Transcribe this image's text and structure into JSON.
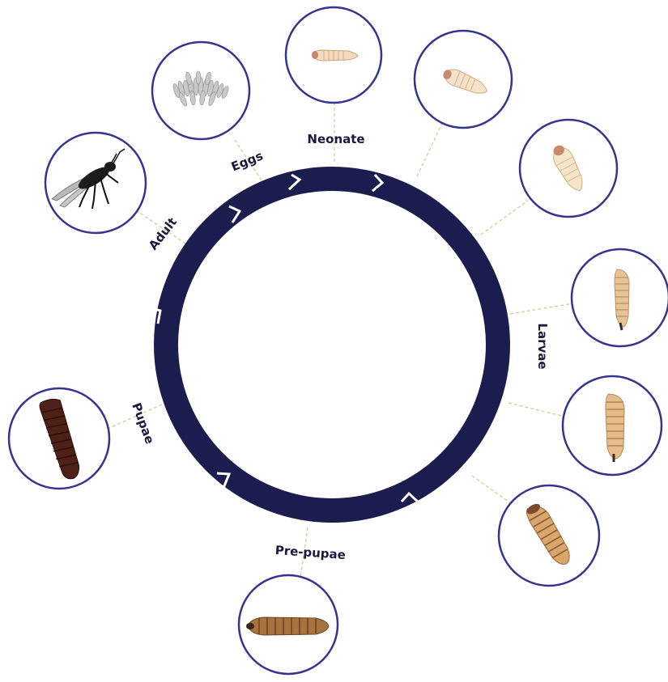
{
  "diagram": {
    "type": "life-cycle",
    "colors": {
      "ring": "#1b1d4e",
      "circle_border": "#35348f",
      "connector": "#d8c89a",
      "label": "#1a1a40"
    },
    "stages": [
      {
        "label": "Eggs"
      },
      {
        "label": "Neonate"
      },
      {
        "label": "Larvae"
      },
      {
        "label": "Pre-pupae"
      },
      {
        "label": "Pupae"
      },
      {
        "label": "Adult"
      }
    ],
    "images": [
      {
        "icon": "eggs-cluster-icon"
      },
      {
        "icon": "neonate-larva-icon"
      },
      {
        "icon": "early-larva-icon"
      },
      {
        "icon": "young-larva-icon"
      },
      {
        "icon": "larva-icon"
      },
      {
        "icon": "mature-larva-icon"
      },
      {
        "icon": "late-larva-icon"
      },
      {
        "icon": "prepupa-icon"
      },
      {
        "icon": "pupa-icon"
      },
      {
        "icon": "adult-fly-icon"
      }
    ]
  }
}
